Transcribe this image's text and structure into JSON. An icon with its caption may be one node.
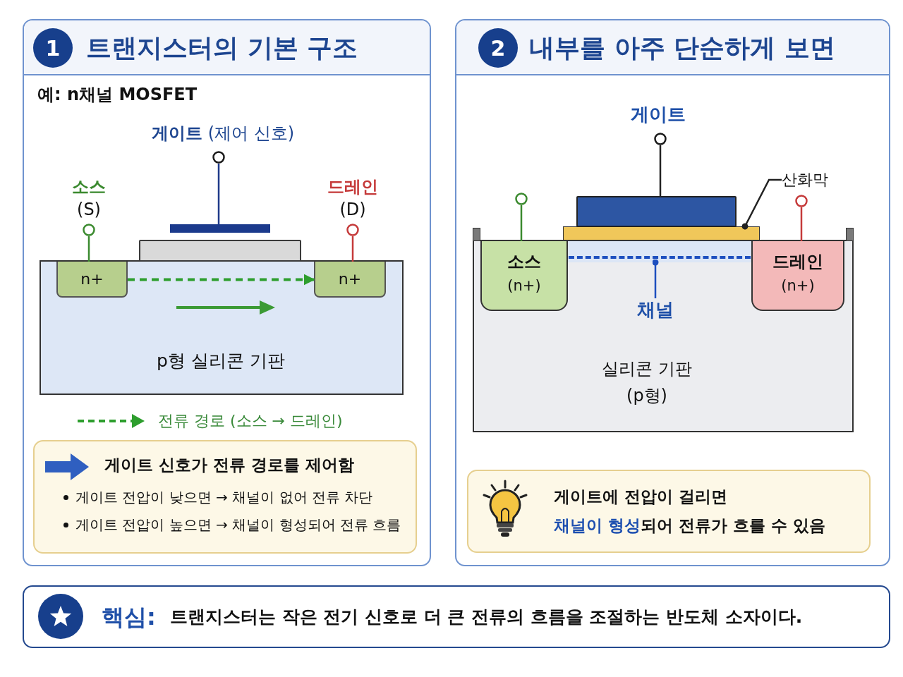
{
  "diagram": {
    "nodes": [
      {
        "text": [
          "트랜지스터의 기본 구조",
          "예: n채널 MOSFET"
        ]
      },
      {
        "text": [
          "1"
        ],
        "in": 0
      },
      {
        "text": [
          "**게이트** (제어 신호)"
        ],
        "in": 0
      },
      {
        "text": [],
        "shape": "circle",
        "in": 0
      },
      {
        "text": [],
        "shape": "bar",
        "in": 0
      },
      {
        "text": [],
        "shape": "box",
        "in": 0
      },
      {
        "text": [
          "소스",
          "(S)"
        ],
        "in": 0
      },
      {
        "text": [],
        "shape": "circle",
        "in": 0
      },
      {
        "text": [
          "드레인",
          "(D)"
        ],
        "in": 0
      },
      {
        "text": [],
        "shape": "circle",
        "in": 0
      },
      {
        "text": [
          "p형 실리콘 기판"
        ],
        "in": 0
      },
      {
        "text": [
          "n+"
        ],
        "in": 10
      },
      {
        "text": [
          "n+"
        ],
        "in": 10
      },
      {
        "text": [
          "게이트 신호가 전류 경로를 제어함",
          "게이트 전압이 낮으면 → 채널이 없어 전류 차단",
          "게이트 전압이 높으면 → 채널이 형성되어 전류 흐름"
        ],
        "in": 0
      },
      {
        "text": [
          "내부를 아주 단순하게 보면"
        ]
      },
      {
        "text": [
          "2"
        ],
        "in": 14
      },
      {
        "text": [
          "게이트"
        ],
        "in": 14
      },
      {
        "text": [],
        "shape": "circle",
        "in": 14
      },
      {
        "text": [],
        "shape": "box",
        "in": 14
      },
      {
        "text": [
          "산화막"
        ],
        "in": 14
      },
      {
        "text": [],
        "shape": "bar",
        "in": 14
      },
      {
        "text": [],
        "shape": "circle",
        "in": 14
      },
      {
        "text": [],
        "shape": "circle",
        "in": 14
      },
      {
        "text": [
          "실리콘 기판 (p형)"
        ],
        "in": 14
      },
      {
        "text": [
          "소스",
          "(n+)"
        ],
        "in": 23
      },
      {
        "text": [
          "드레인",
          "(n+)"
        ],
        "in": 23
      },
      {
        "text": [],
        "shape": "bar",
        "in": 23
      },
      {
        "text": [
          "채널"
        ],
        "in": 23
      },
      {
        "text": [
          "게이트에 전압이 걸리면",
          "**채널이 형성**되어 전류가 흐를 수 있음"
        ],
        "in": 14
      },
      {
        "text": [
          "핵심:",
          "트랜지스터는 작은 전기 신호로 더 큰 전류의 흐름을 조절하는 반도체 소자이다."
        ]
      }
    ],
    "edges": [
      {
        "from": 3,
        "to": 4,
        "arrow": "none",
        "color": "#1f3a8a"
      },
      {
        "from": 7,
        "to": 11,
        "arrow": "none",
        "color": "#3b8a2f"
      },
      {
        "from": 9,
        "to": 12,
        "arrow": "none",
        "color": "#c53a3a"
      },
      {
        "from": 11,
        "to": 12,
        "arrow": "to",
        "style": "dashed",
        "color": "#2e9e2e"
      },
      {
        "from": 17,
        "to": 18,
        "arrow": "none",
        "color": "#222222"
      },
      {
        "from": 19,
        "to": 20,
        "arrow": "other",
        "color": "#222222"
      },
      {
        "from": 21,
        "to": 24,
        "arrow": "none",
        "color": "#3b8a2f"
      },
      {
        "from": 22,
        "to": 25,
        "arrow": "none",
        "color": "#c53a3a"
      },
      {
        "from": 27,
        "to": 26,
        "arrow": "other",
        "color": "#1d4fbf"
      }
    ],
    "legend": [
      {
        "text": "전류 경로 (소스 → 드레인)"
      }
    ]
  }
}
